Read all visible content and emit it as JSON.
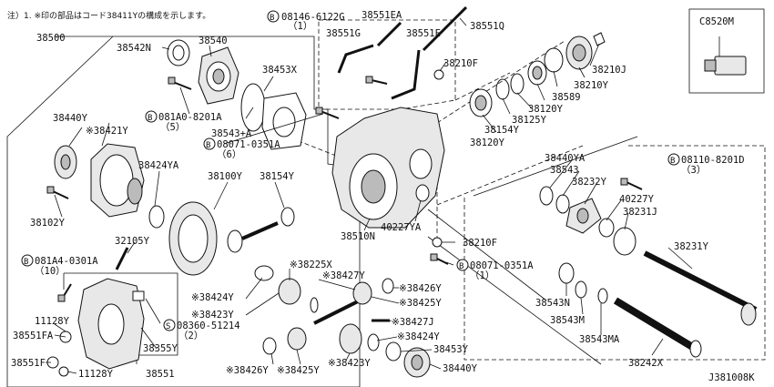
{
  "note": "注）1. ※印の部品はコード38411Yの構成を示します。",
  "diagram_code": "J381008K",
  "inset_label": "C8520M",
  "labels": [
    {
      "key": "p38500",
      "text": "38500"
    },
    {
      "key": "p38542N",
      "text": "38542N"
    },
    {
      "key": "p38540",
      "text": "38540"
    },
    {
      "key": "b08146",
      "text": "08146-6122G"
    },
    {
      "key": "b08146q",
      "text": "（1）"
    },
    {
      "key": "p38551EA",
      "text": "38551EA"
    },
    {
      "key": "p38551G",
      "text": "38551G"
    },
    {
      "key": "p38551E",
      "text": "38551E"
    },
    {
      "key": "p38551Q",
      "text": "38551Q"
    },
    {
      "key": "p38210F_top",
      "text": "38210F"
    },
    {
      "key": "p38210J",
      "text": "38210J"
    },
    {
      "key": "p38453X",
      "text": "38453X"
    },
    {
      "key": "p38210Y",
      "text": "38210Y"
    },
    {
      "key": "p38589",
      "text": "38589"
    },
    {
      "key": "p38120Y_a",
      "text": "38120Y"
    },
    {
      "key": "p38125Y",
      "text": "38125Y"
    },
    {
      "key": "p38154Y_a",
      "text": "38154Y"
    },
    {
      "key": "p38120Y_b",
      "text": "38120Y"
    },
    {
      "key": "p38543A",
      "text": "38543+A"
    },
    {
      "key": "b081A0",
      "text": "081A0-8201A"
    },
    {
      "key": "b081A0q",
      "text": "（5）"
    },
    {
      "key": "b08071a",
      "text": "08071-0351A"
    },
    {
      "key": "b08071aq",
      "text": "（6）"
    },
    {
      "key": "p38440Y_a",
      "text": "38440Y"
    },
    {
      "key": "p38421Y",
      "text": "※38421Y"
    },
    {
      "key": "p38424YA",
      "text": "38424YA"
    },
    {
      "key": "p38100Y",
      "text": "38100Y"
    },
    {
      "key": "p38154Y_b",
      "text": "38154Y"
    },
    {
      "key": "p38102Y",
      "text": "38102Y"
    },
    {
      "key": "p38510N",
      "text": "38510N"
    },
    {
      "key": "p40227YA",
      "text": "40227YA"
    },
    {
      "key": "p38440YA",
      "text": "38440YA"
    },
    {
      "key": "b08110",
      "text": "08110-8201D"
    },
    {
      "key": "b08110q",
      "text": "（3）"
    },
    {
      "key": "p38543",
      "text": "38543"
    },
    {
      "key": "p38232Y",
      "text": "38232Y"
    },
    {
      "key": "p40227Y",
      "text": "40227Y"
    },
    {
      "key": "p38231J",
      "text": "38231J"
    },
    {
      "key": "p32105Y",
      "text": "32105Y"
    },
    {
      "key": "b081A4",
      "text": "081A4-0301A"
    },
    {
      "key": "b081A4q",
      "text": "（10）"
    },
    {
      "key": "p38210F_b",
      "text": "38210F"
    },
    {
      "key": "p38231Y",
      "text": "38231Y"
    },
    {
      "key": "b08071b",
      "text": "08071-0351A"
    },
    {
      "key": "b08071bq",
      "text": "（1）"
    },
    {
      "key": "p38225X",
      "text": "※38225X"
    },
    {
      "key": "p38427Y",
      "text": "※38427Y"
    },
    {
      "key": "p38424Y_a",
      "text": "※38424Y"
    },
    {
      "key": "p38426Y_a",
      "text": "※38426Y"
    },
    {
      "key": "p38425Y_a",
      "text": "※38425Y"
    },
    {
      "key": "p38423Y_a",
      "text": "※38423Y"
    },
    {
      "key": "s08360",
      "text": "08360-51214"
    },
    {
      "key": "s08360q",
      "text": "（2）"
    },
    {
      "key": "p11128Y_a",
      "text": "11128Y"
    },
    {
      "key": "p38551FA",
      "text": "38551FA"
    },
    {
      "key": "p38355Y",
      "text": "38355Y"
    },
    {
      "key": "p38427J",
      "text": "※38427J"
    },
    {
      "key": "p38424Y_b",
      "text": "※38424Y"
    },
    {
      "key": "p38453Y",
      "text": "38453Y"
    },
    {
      "key": "p38551F",
      "text": "38551F"
    },
    {
      "key": "p11128Y_b",
      "text": "11128Y"
    },
    {
      "key": "p38551",
      "text": "38551"
    },
    {
      "key": "p38426Y_b",
      "text": "※38426Y"
    },
    {
      "key": "p38425Y_b",
      "text": "※38425Y"
    },
    {
      "key": "p38423Y_b",
      "text": "※38423Y"
    },
    {
      "key": "p38440Y_b",
      "text": "38440Y"
    },
    {
      "key": "p38543N",
      "text": "38543N"
    },
    {
      "key": "p38543M",
      "text": "38543M"
    },
    {
      "key": "p38543MA",
      "text": "38543MA"
    },
    {
      "key": "p38242X",
      "text": "38242X"
    }
  ],
  "bolt_marks": [
    {
      "key": "b08146",
      "letter": "B"
    },
    {
      "key": "b081A0",
      "letter": "B"
    },
    {
      "key": "b08071a",
      "letter": "B"
    },
    {
      "key": "b08110",
      "letter": "B"
    },
    {
      "key": "b081A4",
      "letter": "B"
    },
    {
      "key": "b08071b",
      "letter": "B"
    },
    {
      "key": "s08360",
      "letter": "S"
    }
  ]
}
